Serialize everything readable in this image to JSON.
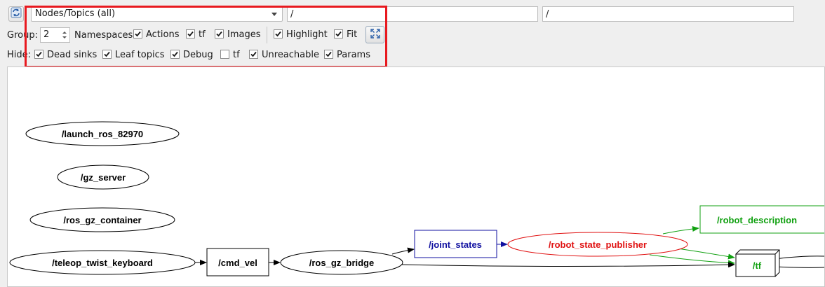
{
  "toolbar": {
    "refresh_icon": "refresh-icon",
    "graph_mode": "Nodes/Topics (all)",
    "node_filter": "/",
    "topic_filter": "/"
  },
  "row2": {
    "group_label": "Group:",
    "group_value": "2",
    "namespaces_label": "Namespaces",
    "actions_label": "Actions",
    "tf_label": "tf",
    "images_label": "Images",
    "highlight_label": "Highlight",
    "fit_label": "Fit",
    "fit_icon": "fit-in-view-icon"
  },
  "row3": {
    "hide_label": "Hide:",
    "dead_sinks_label": "Dead sinks",
    "leaf_topics_label": "Leaf topics",
    "debug_label": "Debug",
    "tf_label": "tf",
    "unreachable_label": "Unreachable",
    "params_label": "Params"
  },
  "checks": {
    "namespaces": true,
    "actions": true,
    "tf": true,
    "images": true,
    "highlight": true,
    "fit": true,
    "dead_sinks": true,
    "leaf_topics": true,
    "debug": true,
    "hide_tf": false,
    "unreachable": true,
    "params": true
  },
  "graph": {
    "nodes": {
      "launch": "/launch_ros_82970",
      "gz_server": "/gz_server",
      "ros_gz_container": "/ros_gz_container",
      "teleop": "/teleop_twist_keyboard",
      "ros_gz_bridge": "/ros_gz_bridge",
      "robot_state_publisher": "/robot_state_publisher"
    },
    "topics": {
      "cmd_vel": "/cmd_vel",
      "joint_states": "/joint_states",
      "robot_description": "/robot_description",
      "tf": "/tf"
    }
  },
  "colors": {
    "highlight_frame": "#e8191f",
    "joint_states": "#1010a0",
    "robot_state_publisher": "#e01010",
    "robot_description": "#10a010",
    "tf": "#10a010"
  }
}
